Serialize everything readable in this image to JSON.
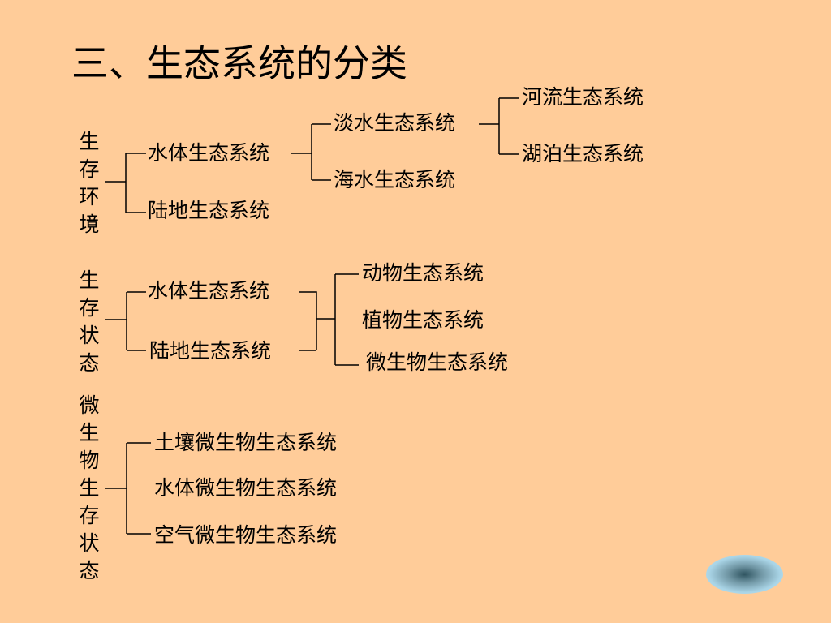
{
  "title": "三、生态系统的分类",
  "groups": [
    {
      "label": [
        "生",
        "存",
        "环",
        "境"
      ],
      "level1": [
        "水体生态系统",
        "陆地生态系统"
      ],
      "water_children": [
        "淡水生态系统",
        "海水生态系统"
      ],
      "fresh_children": [
        "河流生态系统",
        "湖泊生态系统"
      ]
    },
    {
      "label": [
        "生",
        "存",
        "状",
        "态"
      ],
      "level1": [
        "水体生态系统",
        "陆地生态系统"
      ],
      "children": [
        "动物生态系统",
        "植物生态系统",
        "微生物生态系统"
      ]
    },
    {
      "label": [
        "微",
        "生",
        "物",
        "生",
        "存",
        "状",
        "态"
      ],
      "children": [
        "土壤微生物生态系统",
        "水体微生物生态系统",
        "空气微生物生态系统"
      ]
    }
  ],
  "nav": {
    "icon": "oval-nav-button-icon"
  }
}
